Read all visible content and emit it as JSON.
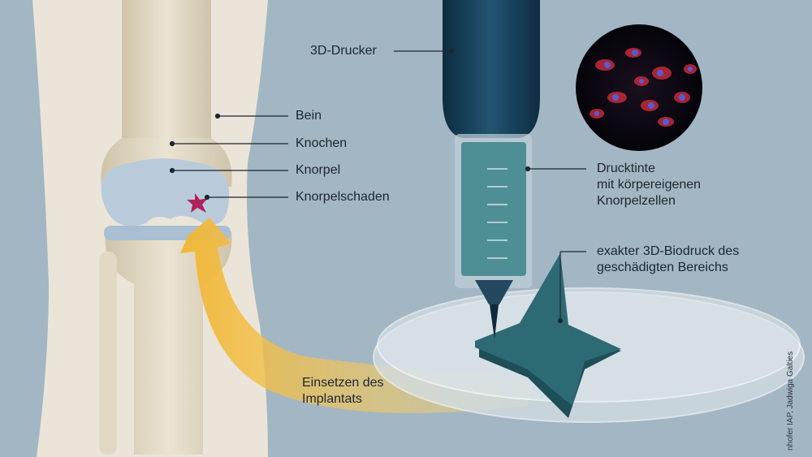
{
  "labels": {
    "printer": "3D-Drucker",
    "leg": "Bein",
    "bone": "Knochen",
    "cartilage": "Knorpel",
    "damage": "Knorpelschaden",
    "ink_line1": "Drucktinte",
    "ink_line2": "mit körpereigenen",
    "ink_line3": "Knorpelzellen",
    "bioprint_line1": "exakter 3D-Biodruck des",
    "bioprint_line2": "geschädigten Bereichs",
    "implant_line1": "Einsetzen des",
    "implant_line2": "Implantats"
  },
  "credit": "nhofer IAP, Jadwiga Galties",
  "colors": {
    "background": "#a3b6c3",
    "leg": "#ebe5d9",
    "bone": "#ddd3bd",
    "cartilage": "#b9cbdb",
    "damage": "#b3215a",
    "printer": "#163d55",
    "syringe": "#4e8f95",
    "implant": "#235a64",
    "arrow": "#f2b632"
  }
}
